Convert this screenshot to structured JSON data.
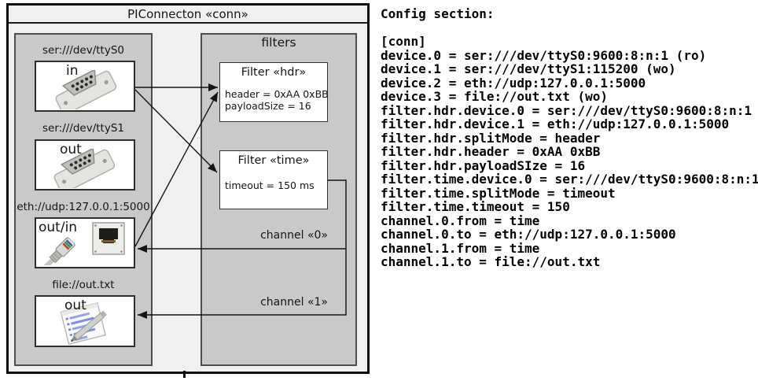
{
  "colors": {
    "diagram_background": "#f0f0f0",
    "panel_grey": "#c9c9c9",
    "box_white": "#ffffff",
    "line_black": "#141414"
  },
  "diagram": {
    "title": "PIConnecton «conn»",
    "devices": [
      {
        "label": "ser:///dev/ttyS0",
        "direction": "in",
        "icon": "serial-connector-icon"
      },
      {
        "label": "ser:///dev/ttyS1",
        "direction": "out",
        "icon": "serial-connector-icon"
      },
      {
        "label": "eth://udp:127.0.0.1:5000",
        "direction": "out/in",
        "icon": "ethernet-connector-icon"
      },
      {
        "label": "file://out.txt",
        "direction": "out",
        "icon": "notepad-icon"
      }
    ],
    "filters": {
      "panel_title": "filters",
      "items": [
        {
          "title": "Filter «hdr»",
          "properties": [
            "header = 0xAA 0xBB",
            "payloadSize = 16"
          ]
        },
        {
          "title": "Filter «time»",
          "properties": [
            "timeout = 150 ms"
          ]
        }
      ]
    },
    "channels": [
      {
        "label": "channel «0»"
      },
      {
        "label": "channel «1»"
      }
    ]
  },
  "config": {
    "heading": "Config section:",
    "lines": [
      "[conn]",
      "device.0 = ser:///dev/ttyS0:9600:8:n:1 (ro)",
      "device.1 = ser:///dev/ttyS1:115200 (wo)",
      "device.2 = eth://udp:127.0.0.1:5000",
      "device.3 = file://out.txt (wo)",
      "filter.hdr.device.0 = ser:///dev/ttyS0:9600:8:n:1",
      "filter.hdr.device.1 = eth://udp:127.0.0.1:5000",
      "filter.hdr.splitMode = header",
      "filter.hdr.header = 0xAA 0xBB",
      "filter.hdr.payloadSIze = 16",
      "filter.time.device.0 = ser:///dev/ttyS0:9600:8:n:1",
      "filter.time.splitMode = timeout",
      "filter.time.timeout = 150",
      "channel.0.from = time",
      "channel.0.to = eth://udp:127.0.0.1:5000",
      "channel.1.from = time",
      "channel.1.to = file://out.txt"
    ]
  }
}
